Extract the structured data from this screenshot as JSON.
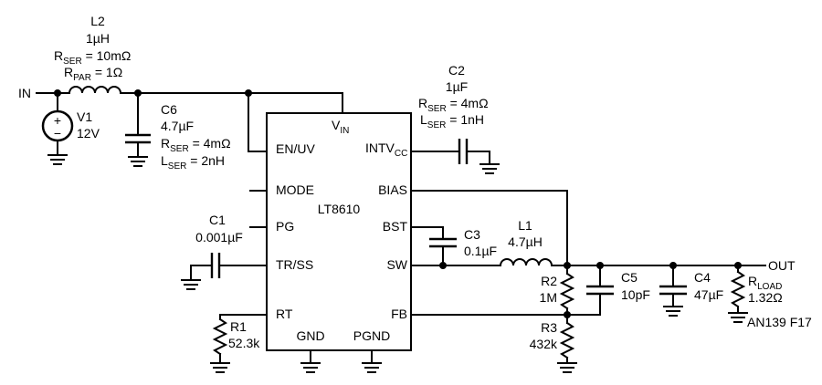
{
  "ic": {
    "part": "LT8610",
    "pins_left": [
      "EN/UV",
      "MODE",
      "PG",
      "TR/SS",
      "RT"
    ],
    "pins_right_intv": "INTV",
    "pins_right_intv_sub": "CC",
    "pins_right": [
      "BIAS",
      "BST",
      "SW",
      "FB"
    ],
    "pin_vin": "V",
    "pin_vin_sub": "IN",
    "pins_bottom": [
      "GND",
      "PGND"
    ]
  },
  "nets": {
    "input": "IN",
    "output": "OUT"
  },
  "components": {
    "L2": {
      "ref": "L2",
      "value": "1µH",
      "rser_r": "R",
      "rser_sub": "SER",
      "rser_val": " = 10mΩ",
      "rpar_r": "R",
      "rpar_sub": "PAR",
      "rpar_val": " = 1Ω"
    },
    "V1": {
      "ref": "V1",
      "value": "12V",
      "plus": "+",
      "minus": "−"
    },
    "C6": {
      "ref": "C6",
      "value": "4.7µF",
      "rser_r": "R",
      "rser_sub": "SER",
      "rser_val": " = 4mΩ",
      "lser_l": "L",
      "lser_sub": "SER",
      "lser_val": " = 2nH"
    },
    "C2": {
      "ref": "C2",
      "value": "1µF",
      "rser_r": "R",
      "rser_sub": "SER",
      "rser_val": " = 4mΩ",
      "lser_l": "L",
      "lser_sub": "SER",
      "lser_val": " = 1nH"
    },
    "C1": {
      "ref": "C1",
      "value": "0.001µF"
    },
    "C3": {
      "ref": "C3",
      "value": "0.1µF"
    },
    "L1": {
      "ref": "L1",
      "value": "4.7µH"
    },
    "R1": {
      "ref": "R1",
      "value": "52.3k"
    },
    "R2": {
      "ref": "R2",
      "value": "1M"
    },
    "R3": {
      "ref": "R3",
      "value": "432k"
    },
    "C5": {
      "ref": "C5",
      "value": "10pF"
    },
    "C4": {
      "ref": "C4",
      "value": "47µF"
    },
    "RLOAD": {
      "r": "R",
      "sub": "LOAD",
      "value": "1.32Ω"
    }
  },
  "figure_id": "AN139 F17"
}
